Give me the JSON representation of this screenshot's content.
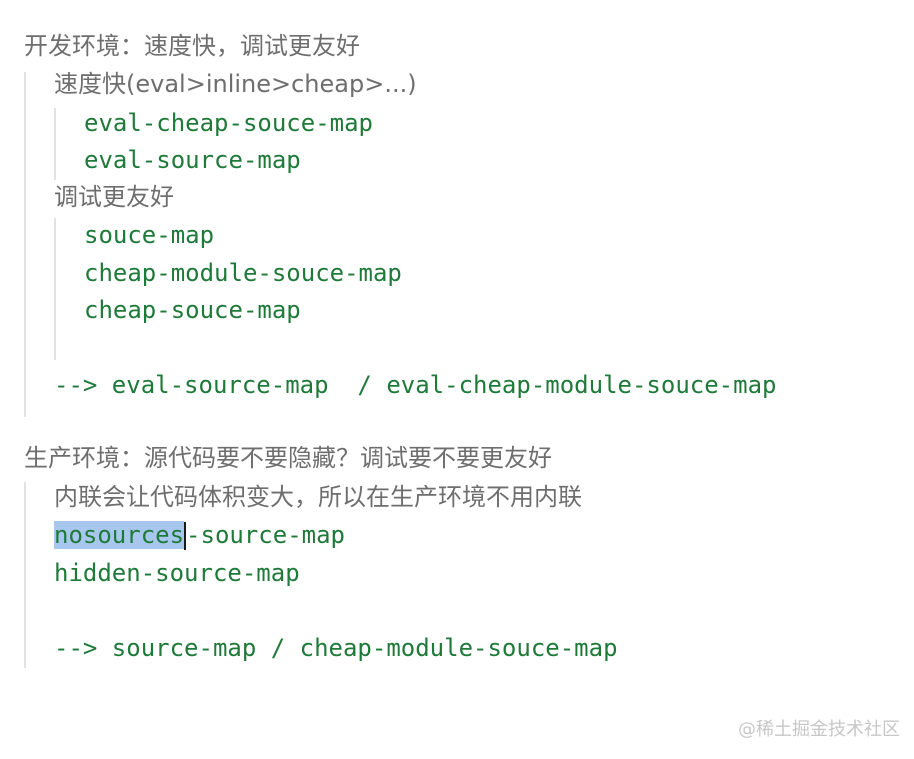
{
  "section_dev": {
    "heading": "开发环境：速度快，调试更友好",
    "speed_label": "速度快(eval>inline>cheap>...)",
    "speed_items": [
      "eval-cheap-souce-map",
      "eval-source-map"
    ],
    "debug_label": "调试更友好",
    "debug_items": [
      "souce-map",
      "cheap-module-souce-map",
      "cheap-souce-map"
    ],
    "conclusion": "--> eval-source-map  / eval-cheap-module-souce-map"
  },
  "section_prod": {
    "heading": "生产环境：源代码要不要隐藏？调试要不要更友好",
    "inline_note": "内联会让代码体积变大，所以在生产环境不用内联",
    "item_highlighted": "nosources",
    "item_rest": "-source-map",
    "item_hidden": "hidden-source-map",
    "conclusion": "--> source-map / cheap-module-souce-map"
  },
  "watermark": "@稀土掘金技术社区"
}
